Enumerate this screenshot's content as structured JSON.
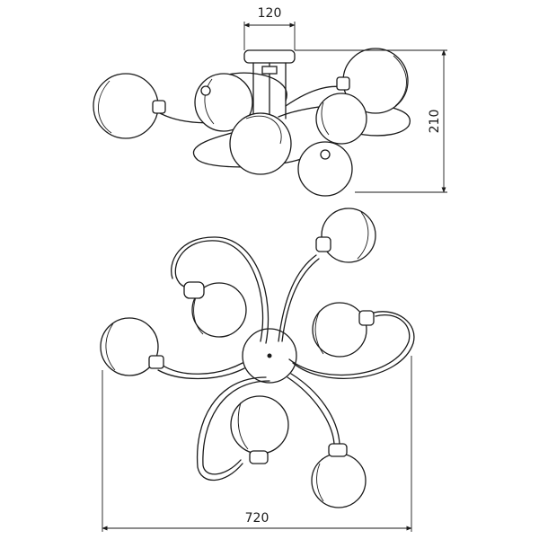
{
  "dimensions": {
    "top_width": "120",
    "height": "210",
    "overall_width": "720"
  }
}
